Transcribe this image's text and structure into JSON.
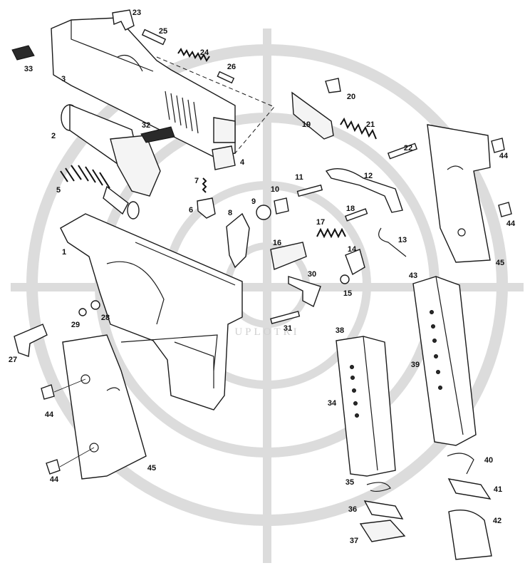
{
  "watermark": {
    "text": "UPLOTRI",
    "color": "#dcdcdc"
  },
  "parts": [
    {
      "id": "part-1",
      "label": "1"
    },
    {
      "id": "part-2",
      "label": "2"
    },
    {
      "id": "part-3",
      "label": "3"
    },
    {
      "id": "part-4",
      "label": "4"
    },
    {
      "id": "part-5",
      "label": "5"
    },
    {
      "id": "part-6",
      "label": "6"
    },
    {
      "id": "part-7",
      "label": "7"
    },
    {
      "id": "part-8",
      "label": "8"
    },
    {
      "id": "part-9",
      "label": "9"
    },
    {
      "id": "part-10",
      "label": "10"
    },
    {
      "id": "part-11",
      "label": "11"
    },
    {
      "id": "part-12",
      "label": "12"
    },
    {
      "id": "part-13",
      "label": "13"
    },
    {
      "id": "part-14",
      "label": "14"
    },
    {
      "id": "part-15",
      "label": "15"
    },
    {
      "id": "part-16",
      "label": "16"
    },
    {
      "id": "part-17",
      "label": "17"
    },
    {
      "id": "part-18",
      "label": "18"
    },
    {
      "id": "part-19",
      "label": "19"
    },
    {
      "id": "part-20",
      "label": "20"
    },
    {
      "id": "part-21",
      "label": "21"
    },
    {
      "id": "part-22",
      "label": "22"
    },
    {
      "id": "part-23",
      "label": "23"
    },
    {
      "id": "part-24",
      "label": "24"
    },
    {
      "id": "part-25",
      "label": "25"
    },
    {
      "id": "part-26",
      "label": "26"
    },
    {
      "id": "part-27",
      "label": "27"
    },
    {
      "id": "part-28",
      "label": "28"
    },
    {
      "id": "part-29",
      "label": "29"
    },
    {
      "id": "part-30",
      "label": "30"
    },
    {
      "id": "part-31",
      "label": "31"
    },
    {
      "id": "part-32",
      "label": "32"
    },
    {
      "id": "part-33",
      "label": "33"
    },
    {
      "id": "part-34",
      "label": "34"
    },
    {
      "id": "part-35",
      "label": "35"
    },
    {
      "id": "part-36",
      "label": "36"
    },
    {
      "id": "part-37",
      "label": "37"
    },
    {
      "id": "part-38",
      "label": "38"
    },
    {
      "id": "part-39",
      "label": "39"
    },
    {
      "id": "part-40",
      "label": "40"
    },
    {
      "id": "part-41",
      "label": "41"
    },
    {
      "id": "part-42",
      "label": "42"
    },
    {
      "id": "part-43",
      "label": "43"
    },
    {
      "id": "part-44a",
      "label": "44"
    },
    {
      "id": "part-44b",
      "label": "44"
    },
    {
      "id": "part-44c",
      "label": "44"
    },
    {
      "id": "part-44d",
      "label": "44"
    },
    {
      "id": "part-45a",
      "label": "45"
    },
    {
      "id": "part-45b",
      "label": "45"
    }
  ]
}
